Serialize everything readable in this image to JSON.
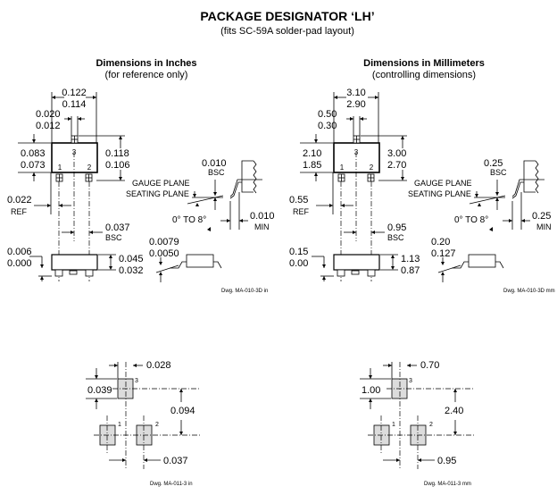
{
  "title": "PACKAGE DESIGNATOR ‘LH’",
  "subtitle": "(fits SC-59A solder-pad layout)",
  "inches": {
    "heading": "Dimensions in Inches",
    "subheading": "(for reference only)",
    "labels": {
      "w_max": "0.122",
      "w_min": "0.114",
      "lead_max": "0.020",
      "lead_min": "0.012",
      "body_max": "0.083",
      "body_min": "0.073",
      "tot_max": "0.118",
      "tot_min": "0.106",
      "ref": "0.022",
      "ref_tag": "REF",
      "pitch": "0.037",
      "pitch_tag": "BSC",
      "stand_max": "0.006",
      "stand_min": "0.000",
      "h_max": "0.045",
      "h_min": "0.032",
      "gauge": "0.010",
      "gauge_tag": "BSC",
      "foot": "0.010",
      "foot_tag": "MIN",
      "thick_max": "0.0079",
      "thick_min": "0.0050",
      "pin1": "1",
      "pin2": "2",
      "pin3": "3",
      "dwg": "Dwg. MA-010-3D in"
    },
    "pad": {
      "pad_w": "0.028",
      "pad_h": "0.039",
      "row": "0.094",
      "pitch": "0.037",
      "pin1": "1",
      "pin2": "2",
      "pin3": "3",
      "dwg": "Dwg. MA-011-3 in"
    }
  },
  "mm": {
    "heading": "Dimensions in Millimeters",
    "subheading": "(controlling dimensions)",
    "labels": {
      "w_max": "3.10",
      "w_min": "2.90",
      "lead_max": "0.50",
      "lead_min": "0.30",
      "body_max": "2.10",
      "body_min": "1.85",
      "tot_max": "3.00",
      "tot_min": "2.70",
      "ref": "0.55",
      "ref_tag": "REF",
      "pitch": "0.95",
      "pitch_tag": "BSC",
      "stand_max": "0.15",
      "stand_min": "0.00",
      "h_max": "1.13",
      "h_min": "0.87",
      "gauge": "0.25",
      "gauge_tag": "BSC",
      "foot": "0.25",
      "foot_tag": "MIN",
      "thick_max": "0.20",
      "thick_min": "0.127",
      "pin1": "1",
      "pin2": "2",
      "pin3": "3",
      "dwg": "Dwg. MA-010-3D mm"
    },
    "pad": {
      "pad_w": "0.70",
      "pad_h": "1.00",
      "row": "2.40",
      "pitch": "0.95",
      "pin1": "1",
      "pin2": "2",
      "pin3": "3",
      "dwg": "Dwg. MA-011-3 mm"
    }
  },
  "common": {
    "gauge_plane": "GAUGE PLANE",
    "seating_plane": "SEATING PLANE",
    "angle": "0° TO 8°"
  },
  "colors": {
    "pad_fill": "#dcdcdc",
    "ink": "#000000"
  }
}
